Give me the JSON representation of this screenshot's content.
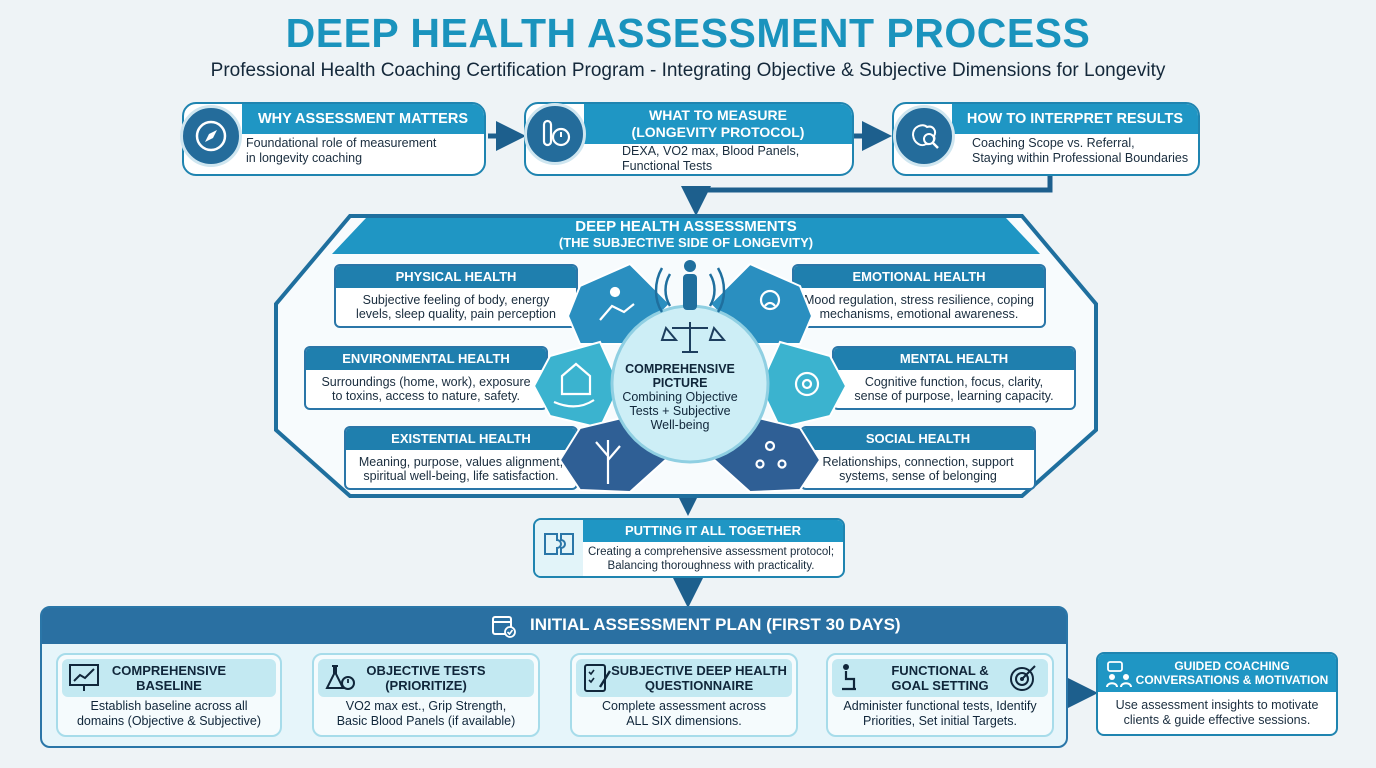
{
  "title": "DEEP HEALTH ASSESSMENT PROCESS",
  "subtitle": "Professional Health Coaching Certification Program - Integrating Objective & Subjective Dimensions for Longevity",
  "top_steps": [
    {
      "title": "WHY ASSESSMENT MATTERS",
      "body1": "Foundational role of measurement",
      "body2": "in longevity coaching",
      "icon": "compass-icon"
    },
    {
      "title1": "WHAT TO MEASURE",
      "title2": "(LONGEVITY PROTOCOL)",
      "body1": "DEXA, VO2 max, Blood Panels,",
      "body2": "Functional Tests",
      "icon": "test-tube-stopwatch-icon"
    },
    {
      "title": "HOW TO INTERPRET RESULTS",
      "body1": "Coaching Scope vs. Referral,",
      "body2": "Staying within Professional Boundaries",
      "icon": "brain-magnifier-icon"
    }
  ],
  "deep": {
    "title": "DEEP HEALTH ASSESSMENTS",
    "subtitle": "(THE SUBJECTIVE SIDE OF LONGEVITY)",
    "center": {
      "title1": "COMPREHENSIVE",
      "title2": "PICTURE",
      "body1": "Combining Objective",
      "body2": "Tests + Subjective",
      "body3": "Well-being"
    },
    "domains": {
      "physical": {
        "title": "PHYSICAL HEALTH",
        "body1": "Subjective feeling of body, energy",
        "body2": "levels, sleep quality, pain perception"
      },
      "environmental": {
        "title": "ENVIRONMENTAL HEALTH",
        "body1": "Surroundings (home, work), exposure",
        "body2": "to toxins, access to nature, safety."
      },
      "existential": {
        "title": "EXISTENTIAL HEALTH",
        "body1": "Meaning, purpose, values alignment,",
        "body2": "spiritual well-being, life satisfaction."
      },
      "emotional": {
        "title": "EMOTIONAL HEALTH",
        "body1": "Mood regulation, stress resilience, coping",
        "body2": "mechanisms, emotional awareness."
      },
      "mental": {
        "title": "MENTAL HEALTH",
        "body1": "Cognitive function, focus, clarity,",
        "body2": "sense of purpose, learning capacity."
      },
      "social": {
        "title": "SOCIAL HEALTH",
        "body1": "Relationships, connection, support",
        "body2": "systems, sense of belonging"
      }
    }
  },
  "together": {
    "title": "PUTTING IT ALL TOGETHER",
    "body1": "Creating a comprehensive assessment protocol;",
    "body2": "Balancing thoroughness with practicality.",
    "icon": "puzzle-icon"
  },
  "plan": {
    "title": "INITIAL ASSESSMENT PLAN (FIRST 30 DAYS)",
    "icon": "calendar-check-icon",
    "steps": [
      {
        "title1": "COMPREHENSIVE",
        "title2": "BASELINE",
        "body1": "Establish baseline across all",
        "body2": "domains (Objective & Subjective)",
        "icon": "chart-board-icon"
      },
      {
        "title1": "OBJECTIVE TESTS",
        "title2": "(PRIORITIZE)",
        "body1": "VO2 max est., Grip Strength,",
        "body2": "Basic Blood Panels (if available)",
        "icon": "flask-stopwatch-icon"
      },
      {
        "title1": "SUBJECTIVE DEEP HEALTH",
        "title2": "QUESTIONNAIRE",
        "body1": "Complete assessment across",
        "body2": "ALL SIX dimensions.",
        "icon": "checklist-pen-icon"
      },
      {
        "title1": "FUNCTIONAL &",
        "title2": "GOAL SETTING",
        "body1": "Administer functional tests, Identify",
        "body2": "Priorities, Set initial Targets.",
        "icon": "squat-target-icon"
      }
    ],
    "final": {
      "title1": "GUIDED COACHING",
      "title2": "CONVERSATIONS & MOTIVATION",
      "body1": "Use assessment insights to motivate",
      "body2": "clients & guide effective sessions.",
      "icon": "people-chat-icon"
    }
  },
  "colors": {
    "teal": "#1f96c4",
    "navy": "#246c9b",
    "title": "#1a93bd",
    "light": "#c3e9f2"
  }
}
